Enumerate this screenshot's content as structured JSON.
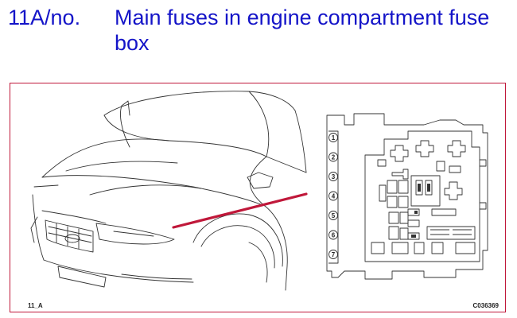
{
  "header": {
    "code": "11A/no.",
    "title": "Main fuses in engine compartment fuse box"
  },
  "figure": {
    "corner_left": "11_A",
    "corner_right": "C036369",
    "fuse_numbers": [
      "1",
      "2",
      "3",
      "4",
      "5",
      "6",
      "7"
    ],
    "frame_color": "#c0183a",
    "pointer_color": "#c0183a",
    "title_color": "#1414c8"
  }
}
